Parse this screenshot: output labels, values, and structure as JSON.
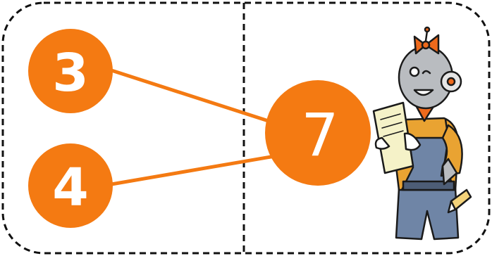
{
  "card": {
    "colors": {
      "circle": "#f47a12",
      "connector": "#f47a12",
      "border": "#111111",
      "background": "#ffffff"
    }
  },
  "bond": {
    "part_top": "3",
    "part_bottom": "4",
    "whole": "7"
  },
  "mascot": {
    "icon": "robot-holding-paper-icon",
    "colors": {
      "head": "#b9bcc0",
      "bow": "#ee6a1c",
      "overalls": "#6f85a6",
      "shirt": "#e9a332",
      "paper": "#f5f2c8"
    }
  }
}
